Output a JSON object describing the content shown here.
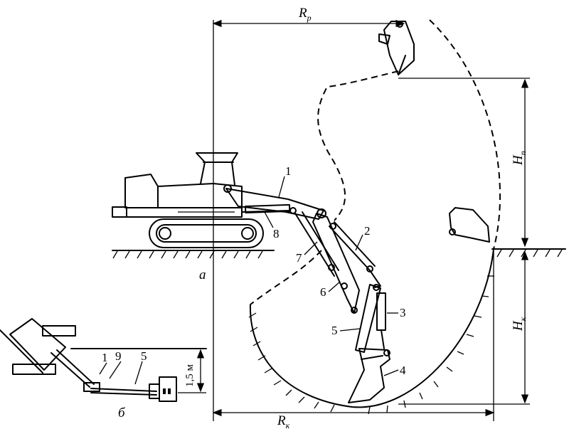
{
  "labels": {
    "r_p": "R",
    "r_p_sub": "p",
    "r_k": "R",
    "r_k_sub": "к",
    "h_p": "H",
    "h_p_sub": "п",
    "h_k": "H",
    "h_k_sub": "к",
    "callout_1": "1",
    "callout_2": "2",
    "callout_3": "3",
    "callout_4": "4",
    "callout_5": "5",
    "callout_6": "6",
    "callout_7": "7",
    "callout_8": "8",
    "view_a": "а",
    "view_b": "б",
    "inset_1": "1",
    "inset_9": "9",
    "inset_5": "5",
    "inset_dim": "1,5 м"
  }
}
